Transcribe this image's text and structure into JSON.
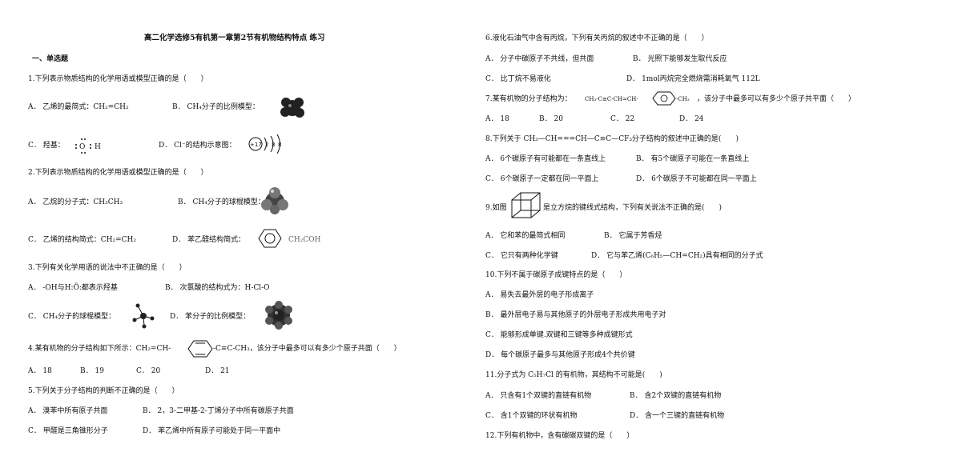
{
  "title": "高二化学选修5有机第一章第2节有机物结构特点 练习",
  "section": "一、单选题",
  "left": {
    "q1": "1.下列表示物质结构的化学用语或模型正确的是（　　）",
    "q1a": "A．  乙烯的最简式：CH₂=CH₂",
    "q1b": "B．  CH₄分子的比例模型：",
    "q1c": "C．  羟基：",
    "q1c_formula": "O H",
    "q1d": "D．  Cl⁻的结构示意图：",
    "q1d_atom": "+17 2 8 8",
    "q2": "2.下列表示物质结构的化学用语或模型正确的是（　　）",
    "q2a": "A．  乙烷的分子式：CH₃CH₃",
    "q2b": "B．  CH₄分子的球棍模型：",
    "q2c": "C．  乙烯的结构简式：CH₂=CH₂",
    "q2d": "D．  苯乙醛结构简式：",
    "q2d_tail": "CH₂COH",
    "q3": "3.下列有关化学用语的说法中不正确的是（　　）",
    "q3a": "A．  -OH与H:Ö:都表示羟基",
    "q3b": "B．  次氯酸的结构式为：H-Cl-O",
    "q3c": "C．  CH₄分子的球棍模型：",
    "q3d": "D．  苯分子的比例模型：",
    "q4_pre": "4.某有机物的分子结构如下所示：CH₂=CH-",
    "q4_post": "-C≡C-CH₃，该分子中最多可以有多少个原子共面（　　）",
    "q4_opts": [
      "A．  18",
      "B．  19",
      "C．  20",
      "D．  21"
    ],
    "q5": "5.下列关于分子结构的判断不正确的是（　　）",
    "q5a": "A．  溴苯中所有原子共面",
    "q5b": "B．  2，3-二甲基-2-丁烯分子中所有碳原子共面",
    "q5c": "C．  甲醛是三角锥形分子",
    "q5d": "D．  苯乙烯中所有原子可能处于同一平面中"
  },
  "right": {
    "q6": "6.液化石油气中含有丙烷，下列有关丙烷的叙述中不正确的是（　　）",
    "q6a": "A．  分子中碳原子不共线，但共面",
    "q6b": "B．  光照下能够发生取代反应",
    "q6c": "C．  比丁烷不易液化",
    "q6d": "D．  1mol丙烷完全燃烧需消耗氧气 112L",
    "q7_pre": "7.某有机物的分子结构为：",
    "q7_formula": "CH₃-C≡C-CH=CH-",
    "q7_tail": "-CH₃",
    "q7_post": "，该分子中最多可以有多少个原子共平面（　　）",
    "q7_opts": [
      "A．  18",
      "B．  20",
      "C．  22",
      "D．  24"
    ],
    "q8": "8.下列关于 CH₃—CH===CH—C≡C—CF₃分子结构的叙述中正确的是(　　)",
    "q8a": "A．  6个碳原子有可能都在一条直线上",
    "q8b": "B．  有5个碳原子可能在一条直线上",
    "q8c": "C．  6个碳原子一定都在同一平面上",
    "q8d": "D．  6个碳原子不可能都在同一平面上",
    "q9_pre": "9.如图",
    "q9_post": "是立方烷的键线式结构，下列有关说法不正确的是(　　)",
    "q9a": "A．  它和苯的最简式相同",
    "q9b": "B．  它属于芳香烃",
    "q9c": "C．  它只有两种化学键",
    "q9d": "D．  它与苯乙烯(C₆H₅—CH=CH₂)具有相同的分子式",
    "q10": "10.下列不属于碳原子成键特点的是（　　）",
    "q10a": "A．  易失去最外层的电子形成离子",
    "q10b": "B．  最外层电子易与其他原子的外层电子形成共用电子对",
    "q10c": "C．  能够形成单键.双键和三键等多种成键形式",
    "q10d": "D．  每个碳原子最多与其他原子形成4个共价键",
    "q11": "11.分子式为 C₅H₇Cl 的有机物，其结构不可能是(　　)",
    "q11a": "A．  只含有1个双键的直链有机物",
    "q11b": "B．  含2个双键的直链有机物",
    "q11c": "C．  含1个双键的环状有机物",
    "q11d": "D．  含一个三键的直链有机物",
    "q12": "12.下列有机物中，含有碳碳双键的是（　　）"
  }
}
